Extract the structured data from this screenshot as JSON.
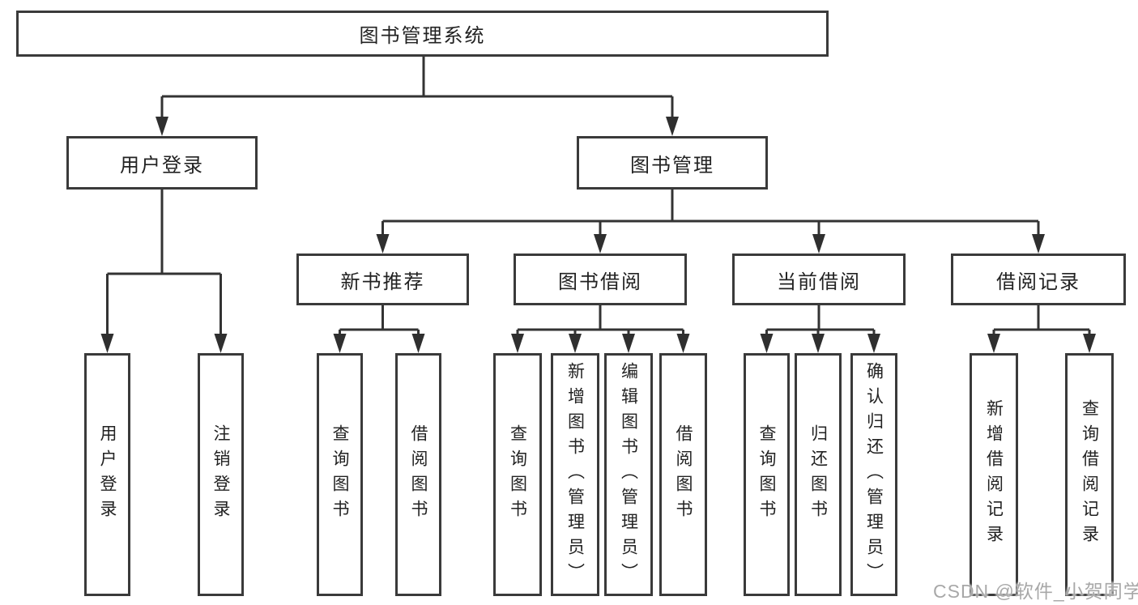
{
  "watermark": {
    "text": "CSDN @软件_小贺同学",
    "color": "#a8a8a8"
  },
  "colors": {
    "line": "#333333",
    "border": "#3a3a3a",
    "text": "#222222",
    "background": "#ffffff"
  },
  "tree": {
    "label": "图书管理系统",
    "children": [
      {
        "label": "用户登录",
        "children": [
          {
            "label": "用户登录"
          },
          {
            "label": "注销登录"
          }
        ]
      },
      {
        "label": "图书管理",
        "children": [
          {
            "label": "新书推荐",
            "children": [
              {
                "label": "查询图书"
              },
              {
                "label": "借阅图书"
              }
            ]
          },
          {
            "label": "图书借阅",
            "children": [
              {
                "label": "查询图书"
              },
              {
                "label": "新增图书（管理员）"
              },
              {
                "label": "编辑图书（管理员）"
              },
              {
                "label": "借阅图书"
              }
            ]
          },
          {
            "label": "当前借阅",
            "children": [
              {
                "label": "查询图书"
              },
              {
                "label": "归还图书"
              },
              {
                "label": "确认归还（管理员）"
              }
            ]
          },
          {
            "label": "借阅记录",
            "children": [
              {
                "label": "新增借阅记录"
              },
              {
                "label": "查询借阅记录"
              }
            ]
          }
        ]
      }
    ]
  }
}
